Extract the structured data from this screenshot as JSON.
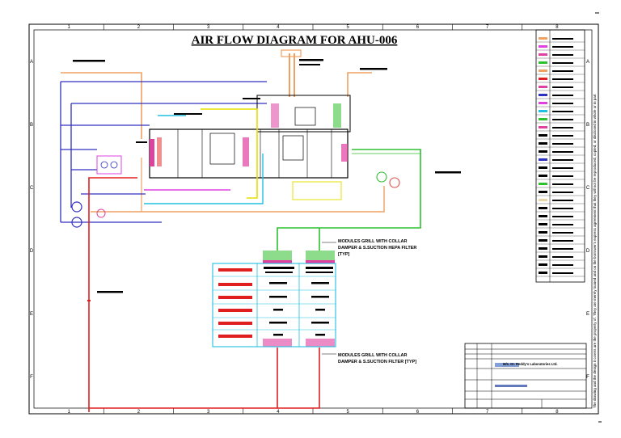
{
  "title": "AIR FLOW DIAGRAM FOR AHU-006",
  "grid": {
    "columns": [
      "1",
      "2",
      "3",
      "4",
      "5",
      "6",
      "7",
      "8"
    ],
    "rows": [
      "A",
      "B",
      "C",
      "D",
      "E",
      "F"
    ]
  },
  "labels": {
    "hepa_note_top_l1": "MODULES GRILL WITH COLLAR",
    "hepa_note_top_l2": "DAMPER & S.SUCTION HEPA FILTER",
    "hepa_note_top_l3": "[TYP]",
    "hepa_note_bottom_l1": "MODULES GRILL WITH COLLAR",
    "hepa_note_bottom_l2": "DAMPER & S.SUCTION FILTER [TYP]"
  },
  "colors": {
    "supply": "#2ec02e",
    "return": "#e02020",
    "fresh": "#f0a060",
    "chilled": "#3030c0",
    "drain": "#20c0e0",
    "hot": "#e040e0",
    "panel": "#e7d7a8",
    "magenta": "#e040a0"
  },
  "side_note": "The drawing and the design it covers are the property of. They are merely loaned and on the borrower's express agreement that they will not be reproduced, copied, or disclosed in whole or in part",
  "title_block": {
    "company_line": "M/s. Dr. Reddy's Laboratories Ltd."
  }
}
